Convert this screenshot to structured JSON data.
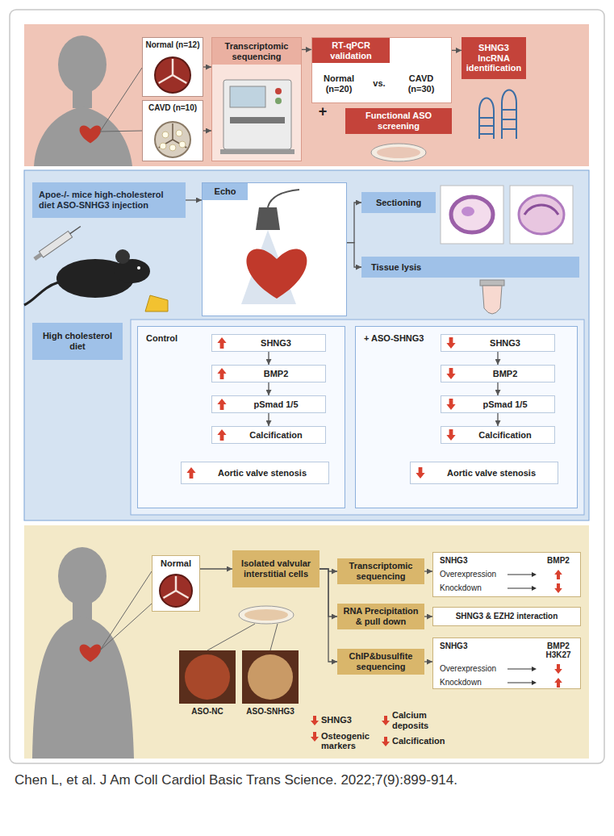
{
  "diagram": {
    "caption": "Chen L, et al. J Am Coll Cardiol Basic Trans Science. 2022;7(9):899-914.",
    "nodes": [
      {
        "text": [
          "Normal (n=12)"
        ]
      },
      {
        "text": [
          "CAVD (n=10)"
        ]
      },
      {
        "text": [
          "Transcriptomic sequencing"
        ]
      },
      {
        "text": [
          "RT-qPCR validation",
          "Normal (n=20)",
          "vs.",
          "CAVD (n=30)"
        ]
      },
      {
        "text": [
          "Functional ASO screening"
        ]
      },
      {
        "text": [
          "SHNG3 lncRNA identification"
        ]
      },
      {
        "text": [
          "Apoe-/- mice high-cholesterol diet ASO-SNHG3 injection"
        ]
      },
      {
        "text": [
          "Echo"
        ]
      },
      {
        "text": [
          "Sectioning"
        ]
      },
      {
        "text": [
          "Tissue lysis"
        ]
      },
      {
        "text": [
          "High cholesterol diet"
        ]
      },
      {
        "text": [
          "Control"
        ]
      },
      {
        "text": [
          "SHNG3"
        ],
        "in": 11
      },
      {
        "text": [
          "BMP2"
        ],
        "in": 11
      },
      {
        "text": [
          "pSmad 1/5"
        ],
        "in": 11
      },
      {
        "text": [
          "Calcification"
        ],
        "in": 11
      },
      {
        "text": [
          "Aortic valve stenosis"
        ],
        "in": 11
      },
      {
        "text": [
          "+ ASO-SHNG3"
        ]
      },
      {
        "text": [
          "SHNG3"
        ],
        "in": 17
      },
      {
        "text": [
          "BMP2"
        ],
        "in": 17
      },
      {
        "text": [
          "pSmad 1/5"
        ],
        "in": 17
      },
      {
        "text": [
          "Calcification"
        ],
        "in": 17
      },
      {
        "text": [
          "Aortic valve stenosis"
        ],
        "in": 17
      },
      {
        "text": [
          "Normal"
        ]
      },
      {
        "text": [
          "Isolated valvular interstitial cells"
        ]
      },
      {
        "text": [
          "Transcriptomic sequencing"
        ]
      },
      {
        "text": [
          "RNA Precipitation & pull down"
        ]
      },
      {
        "text": [
          "ChIP&busulfite sequencing"
        ]
      },
      {
        "text": [
          "SNHG3",
          "BMP2",
          "Overexpression",
          "Knockdown"
        ]
      },
      {
        "text": [
          "SHNG3 & EZH2 interaction"
        ]
      },
      {
        "text": [
          "SNHG3",
          "BMP2 H3K27",
          "Overexpression",
          "Knockdown"
        ]
      }
    ],
    "edges": [
      {
        "from": 0,
        "to": 2,
        "arrow": "to"
      },
      {
        "from": 1,
        "to": 2,
        "arrow": "to"
      },
      {
        "from": 2,
        "to": 3,
        "arrow": "to"
      },
      {
        "from": 3,
        "to": 5,
        "arrow": "to"
      },
      {
        "from": 6,
        "to": 7,
        "arrow": "to"
      },
      {
        "from": 7,
        "to": 8,
        "arrow": "to"
      },
      {
        "from": 7,
        "to": 9,
        "arrow": "to"
      },
      {
        "from": 12,
        "to": 13,
        "arrow": "to"
      },
      {
        "from": 13,
        "to": 14,
        "arrow": "to"
      },
      {
        "from": 14,
        "to": 15,
        "arrow": "to"
      },
      {
        "from": 18,
        "to": 19,
        "arrow": "to"
      },
      {
        "from": 19,
        "to": 20,
        "arrow": "to"
      },
      {
        "from": 20,
        "to": 21,
        "arrow": "to"
      },
      {
        "from": 23,
        "to": 24,
        "arrow": "to"
      },
      {
        "from": 24,
        "to": 25,
        "arrow": "to"
      },
      {
        "from": 24,
        "to": 26,
        "arrow": "to"
      },
      {
        "from": 24,
        "to": 27,
        "arrow": "to"
      },
      {
        "from": 25,
        "to": 28,
        "arrow": "to"
      },
      {
        "from": 26,
        "to": 29,
        "arrow": "to"
      },
      {
        "from": 27,
        "to": 30,
        "arrow": "to"
      }
    ],
    "labels": [
      "+",
      "ASO-NC",
      "ASO-SNHG3",
      "SHNG3",
      "Calcium deposits",
      "Osteogenic markers",
      "Calcification"
    ]
  }
}
